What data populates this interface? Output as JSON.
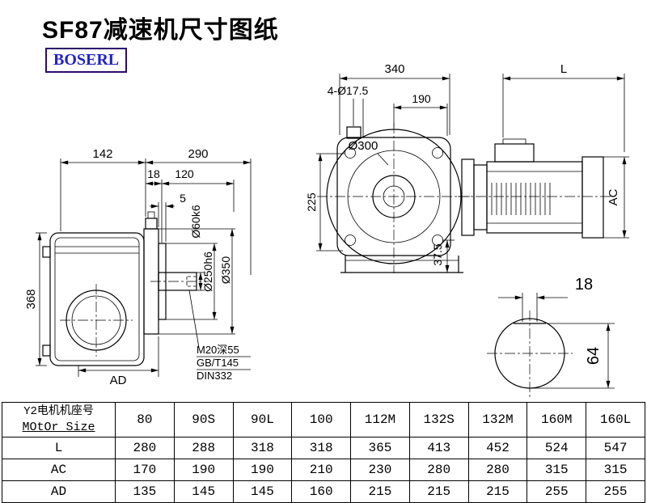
{
  "page": {
    "title": "SF87减速机尺寸图纸",
    "brand": "BOSERL"
  },
  "side_view": {
    "dim_142": "142",
    "dim_290": "290",
    "dim_18": "18",
    "dim_120": "120",
    "dim_5": "5",
    "dim_368": "368",
    "shaft_dia": "Ø60k6",
    "spigot_dia": "Ø250h6",
    "flange_dia": "Ø350",
    "dim_ad": "AD",
    "note_thread": "M20深55",
    "note_gb": "GB/T145",
    "note_din": "DIN332"
  },
  "front_view": {
    "dim_340": "340",
    "dim_l": "L",
    "holes": "4-Ø17.5",
    "dim_190": "190",
    "flange_dia": "Ø300",
    "dim_225": "225",
    "dim_37_5": "37.5",
    "dim_ac": "AC"
  },
  "shaft_section": {
    "key_width": "18",
    "height": "64"
  },
  "table": {
    "header": {
      "line1": "Y2电机机座号",
      "line2": "MOtOr Size"
    },
    "sizes": [
      "80",
      "90S",
      "90L",
      "100",
      "112M",
      "132S",
      "132M",
      "160M",
      "160L"
    ],
    "rows": [
      {
        "label": "L",
        "values": [
          "280",
          "288",
          "318",
          "318",
          "365",
          "413",
          "452",
          "524",
          "547"
        ]
      },
      {
        "label": "AC",
        "values": [
          "170",
          "190",
          "190",
          "210",
          "230",
          "280",
          "280",
          "315",
          "315"
        ]
      },
      {
        "label": "AD",
        "values": [
          "135",
          "145",
          "145",
          "160",
          "215",
          "215",
          "215",
          "255",
          "255"
        ]
      }
    ]
  }
}
